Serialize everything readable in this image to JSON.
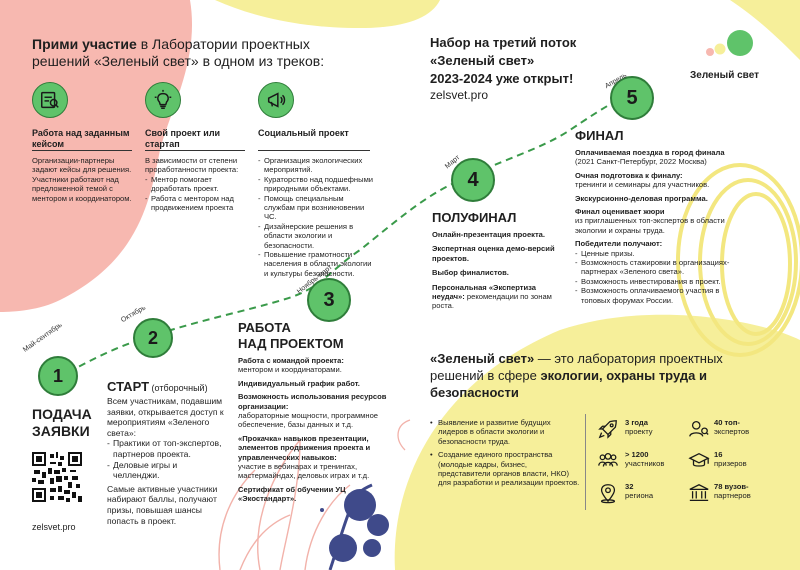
{
  "intro": {
    "bold": "Прими участие",
    "rest": " в Лаборатории проектных решений «Зеленый свет» в одном из треков:"
  },
  "tracks": [
    {
      "icon": "case-icon",
      "title": "Работа над заданным кейсом",
      "lines": [
        "Организации-партнеры задают кейсы для решения.",
        "Участники работают над предложенной темой с ментором и координатором."
      ]
    },
    {
      "icon": "lightbulb-icon",
      "title": "Свой проект или стартап",
      "lead": "В зависимости от степени проработанности проекта:",
      "items": [
        "Ментор помогает доработать проект.",
        "Работа с ментором над продвижением проекта"
      ]
    },
    {
      "icon": "megaphone-icon",
      "title": "Социальный проект",
      "items": [
        "Организация экологических мероприятий.",
        "Кураторство над подшефными природными объектами.",
        "Помощь специальным службам при возникновении ЧС.",
        "Дизайнерские решения в области экологии и безопасности.",
        "Повышение грамотности населения в области экологии и культуры безопасности."
      ]
    }
  ],
  "announce": {
    "line1": "Набор на третий поток",
    "line2": "«Зеленый свет»",
    "line3": "2023-2024 уже открыт!",
    "site": "zelsvet.pro"
  },
  "brand": {
    "name": "Зеленый свет"
  },
  "colors": {
    "green": "#5fc36a",
    "dark_green": "#2f7d3a",
    "pink": "#f7b8b0",
    "yellow": "#f6ef9a"
  },
  "steps": [
    {
      "num": "1",
      "month": "Май-сентябрь"
    },
    {
      "num": "2",
      "month": "Октябрь"
    },
    {
      "num": "3",
      "month": "Ноябрь-март"
    },
    {
      "num": "4",
      "month": "Март"
    },
    {
      "num": "5",
      "month": "Апрель"
    }
  ],
  "apply": {
    "title": "ПОДАЧА ЗАЯВКИ",
    "site": "zelsvet.pro"
  },
  "start": {
    "title": "СТАРТ",
    "sub": " (отборочный)",
    "text": "Всем участникам, подавшим заявки, открывается доступ к мероприятиям «Зеленого света»:",
    "items": [
      "Практики от топ-экспертов, партнеров проекта.",
      "Деловые игры и челленджи."
    ],
    "text2": "Самые активные участники набирают баллы, получают призы, повышая шансы попасть в проект."
  },
  "work": {
    "title1": "РАБОТА",
    "title2": "НАД ПРОЕКТОМ",
    "p1b": "Работа с командой проекта:",
    "p1": "ментором и координаторами.",
    "p2b": "Индивидуальный график работ.",
    "p3b": "Возможность использования ресурсов организации:",
    "p3": "лабораторные мощности, программное обеспечение, базы данных и т.д.",
    "p4b": "«Прокачка» навыков презентации, элементов продвижения проекта и управленческих навыков:",
    "p4": "участие в вебинарах и тренингах, мастермайндах, деловых играх и т.д.",
    "p5b": "Сертификат об обучении УЦ «Экостандарт»."
  },
  "semi": {
    "title": "ПОЛУФИНАЛ",
    "p1b": "Онлайн-презентация проекта.",
    "p2b": "Экспертная оценка демо-версий проектов.",
    "p3b": "Выбор финалистов.",
    "p4b": "Персональная «Экспертиза неудач»:",
    "p4": " рекомендации по зонам роста."
  },
  "final": {
    "title": "ФИНАЛ",
    "p1b": "Оплачиваемая поездка в город финала",
    "p1": "(2021 Санкт-Петербург, 2022 Москва)",
    "p2b": "Очная подготовка к финалу:",
    "p2": "тренинги и семинары для участников.",
    "p3b": "Экскурсионно-деловая программа.",
    "p4b": "Финал оценивает жюри",
    "p4": "из приглашенных топ-экспертов в области экологии и охраны труда.",
    "p5b": "Победители получают:",
    "items": [
      "Ценные призы.",
      "Возможность стажировки в организациях-партнерах «Зеленого света».",
      "Возможность инвестирования в проект.",
      "Возможность оплачиваемого участия в топовых форумах России."
    ]
  },
  "about": {
    "b1": "«Зеленый свет»",
    "t1": " — это лаборатория проектных решений в сфере ",
    "b2": "экологии, охраны труда и безопасности",
    "bullets": [
      "Выявление и развитие будущих лидеров в области экологии и безопасности труда.",
      "Создание единого пространства (молодые кадры, бизнес, представители органов власти, НКО) для разработки и реализации проектов."
    ]
  },
  "stats": [
    {
      "icon": "rocket-icon",
      "value": "3 года",
      "label": "проекту"
    },
    {
      "icon": "experts-icon",
      "value": "40 топ-",
      "label": "экспертов"
    },
    {
      "icon": "people-icon",
      "value": "> 1200",
      "label": "участников"
    },
    {
      "icon": "graduate-icon",
      "value": "16",
      "label": "призеров"
    },
    {
      "icon": "pin-icon",
      "value": "32",
      "label": "региона"
    },
    {
      "icon": "university-icon",
      "value": "78 вузов-",
      "label": "партнеров"
    }
  ]
}
